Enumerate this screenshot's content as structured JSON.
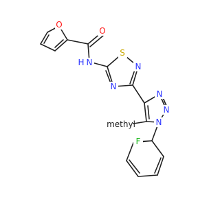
{
  "colors": {
    "bond": "#222222",
    "O": "#ff1a1a",
    "N": "#2d36ff",
    "S": "#c8a800",
    "F": "#22bb22",
    "C": "#222222"
  },
  "atoms": {
    "o_furan": "O",
    "o_carbonyl": "O",
    "n_amide": "N",
    "h_amide": "H",
    "s_thiadiazole": "S",
    "n_thiadiazole_top": "N",
    "n_thiadiazole_bottom": "N",
    "n_triazole_1": "N",
    "n_triazole_2": "N",
    "n_triazole_3": "N",
    "methyl": "methyl",
    "fluorine": "F"
  }
}
